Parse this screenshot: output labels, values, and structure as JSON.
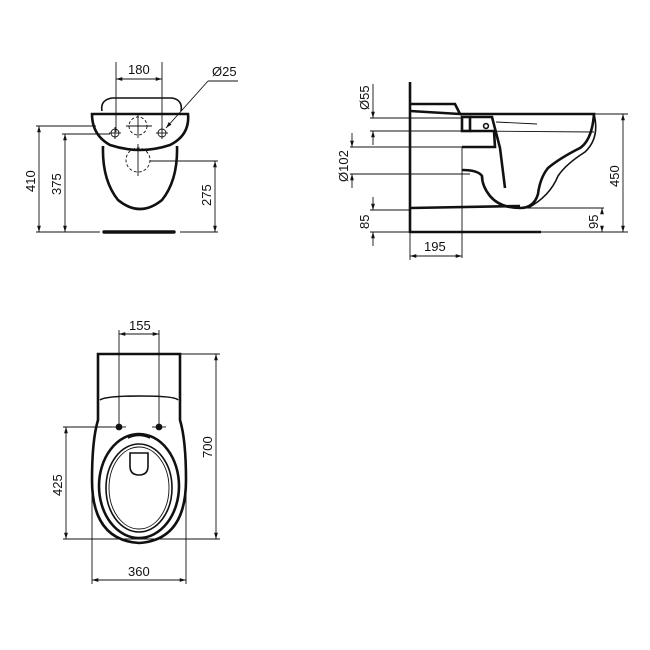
{
  "diagram": {
    "subject": "wall-hung toilet dimension drawing",
    "line_color": "#111111",
    "background": "#ffffff",
    "views": {
      "front": {
        "dimensions": {
          "bolt_spacing": "180",
          "bolt_diameter": "Ø25",
          "top_height": "410",
          "bolt_height": "375",
          "outlet_height": "275"
        }
      },
      "side": {
        "dimensions": {
          "inlet_diameter": "Ø55",
          "outlet_diameter": "Ø102",
          "base_offset": "85",
          "depth_to_outlet": "195",
          "rim_offset": "95",
          "overall_height": "450"
        }
      },
      "top": {
        "dimensions": {
          "bolt_spacing": "155",
          "bolt_to_front": "425",
          "overall_length": "700",
          "overall_width": "360"
        }
      }
    }
  }
}
